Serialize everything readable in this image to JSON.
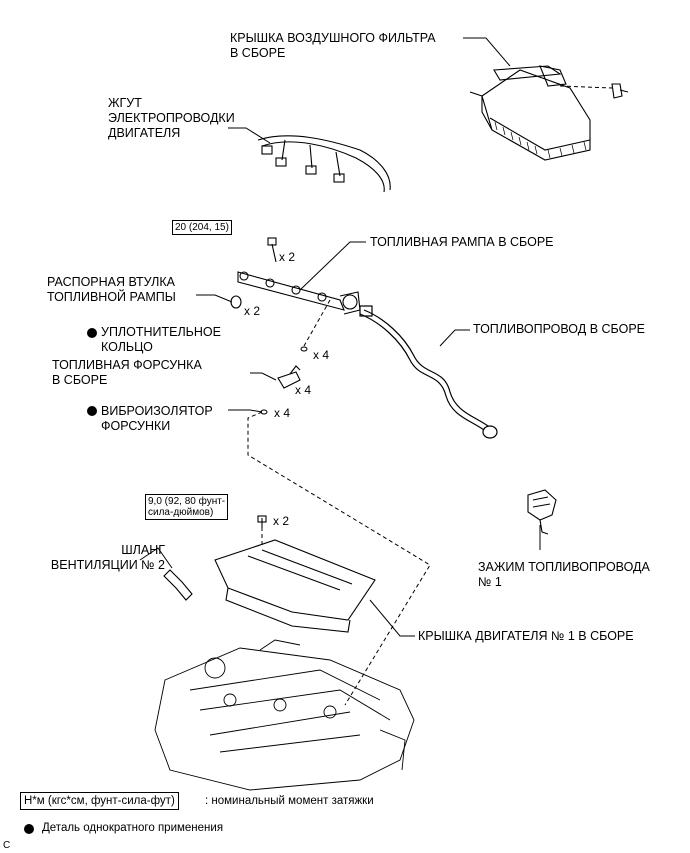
{
  "labels": {
    "air_filter_cap": [
      "КРЫШКА ВОЗДУШНОГО ФИЛЬТРА",
      "В СБОРЕ"
    ],
    "engine_wire": [
      "ЖГУТ",
      "ЭЛЕКТРОПРОВОДКИ",
      "ДВИГАТЕЛЯ"
    ],
    "fuel_rail": "ТОПЛИВНАЯ РАМПА В СБОРЕ",
    "rail_spacer": [
      "РАСПОРНАЯ ВТУЛКА",
      "ТОПЛИВНОЙ РАМПЫ"
    ],
    "o_ring": [
      "УПЛОТНИТЕЛЬНОЕ",
      "КОЛЬЦО"
    ],
    "injector": [
      "ТОПЛИВНАЯ ФОРСУНКА",
      "В СБОРЕ"
    ],
    "fuel_pipe": "ТОПЛИВОПРОВОД В СБОРЕ",
    "insulator": [
      "ВИБРОИЗОЛЯТОР",
      "ФОРСУНКИ"
    ],
    "vent_hose": [
      "ШЛАНГ",
      "ВЕНТИЛЯЦИИ № 2"
    ],
    "pipe_clamp": [
      "ЗАЖИМ ТОПЛИВОПРОВОДА",
      "№ 1"
    ],
    "engine_cover": "КРЫШКА ДВИГАТЕЛЯ № 1 В СБОРЕ"
  },
  "quantities": {
    "bolt": "x 2",
    "spacer": "x 2",
    "o_ring": "x 4",
    "injector": "x 4",
    "insulator": "x 4",
    "cover_nut": "x 2"
  },
  "torque": {
    "rail_bolt": "20 (204, 15)",
    "cover_nut": [
      "9,0 (92, 80 фунт-",
      "сила-дюймов)"
    ]
  },
  "legend": {
    "torque_unit": "Н*м (кгс*см, фунт-сила-фут)",
    "torque_desc": ": номинальный момент затяжки",
    "non_reusable": "Деталь однократного применения"
  },
  "corner_mark": "C"
}
